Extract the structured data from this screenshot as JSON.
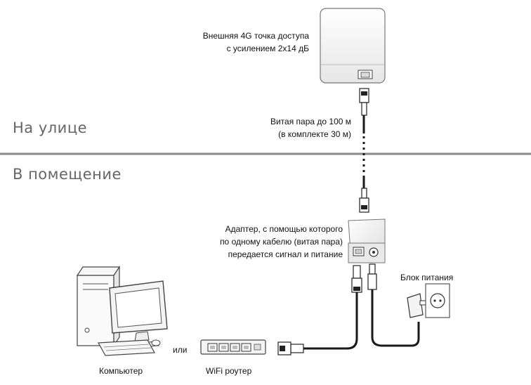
{
  "zones": {
    "outside": "На улице",
    "inside": "В помещение"
  },
  "labels": {
    "access_point_line1": "Внешняя 4G точка доступа",
    "access_point_line2": "с усилением 2х14 дБ",
    "cable_line1": "Витая пара до 100 м",
    "cable_line2": "(в комплекте 30 м)",
    "adapter_line1": "Адаптер, с помощью которого",
    "adapter_line2": "по одному кабелю (витая пара)",
    "adapter_line3": "передается сигнал и питание",
    "power_supply": "Блок питания",
    "computer": "Компьютер",
    "or": "или",
    "router": "WiFi роутер"
  },
  "colors": {
    "divider": "#8a8a8a",
    "zone_text": "#666666",
    "device_fill": "#f2f2f2",
    "cable": "#1a1a1a"
  },
  "icons": [
    "access-point-icon",
    "rj45-connector-icon",
    "poe-adapter-icon",
    "power-adapter-icon",
    "wall-socket-icon",
    "computer-icon",
    "router-icon"
  ]
}
